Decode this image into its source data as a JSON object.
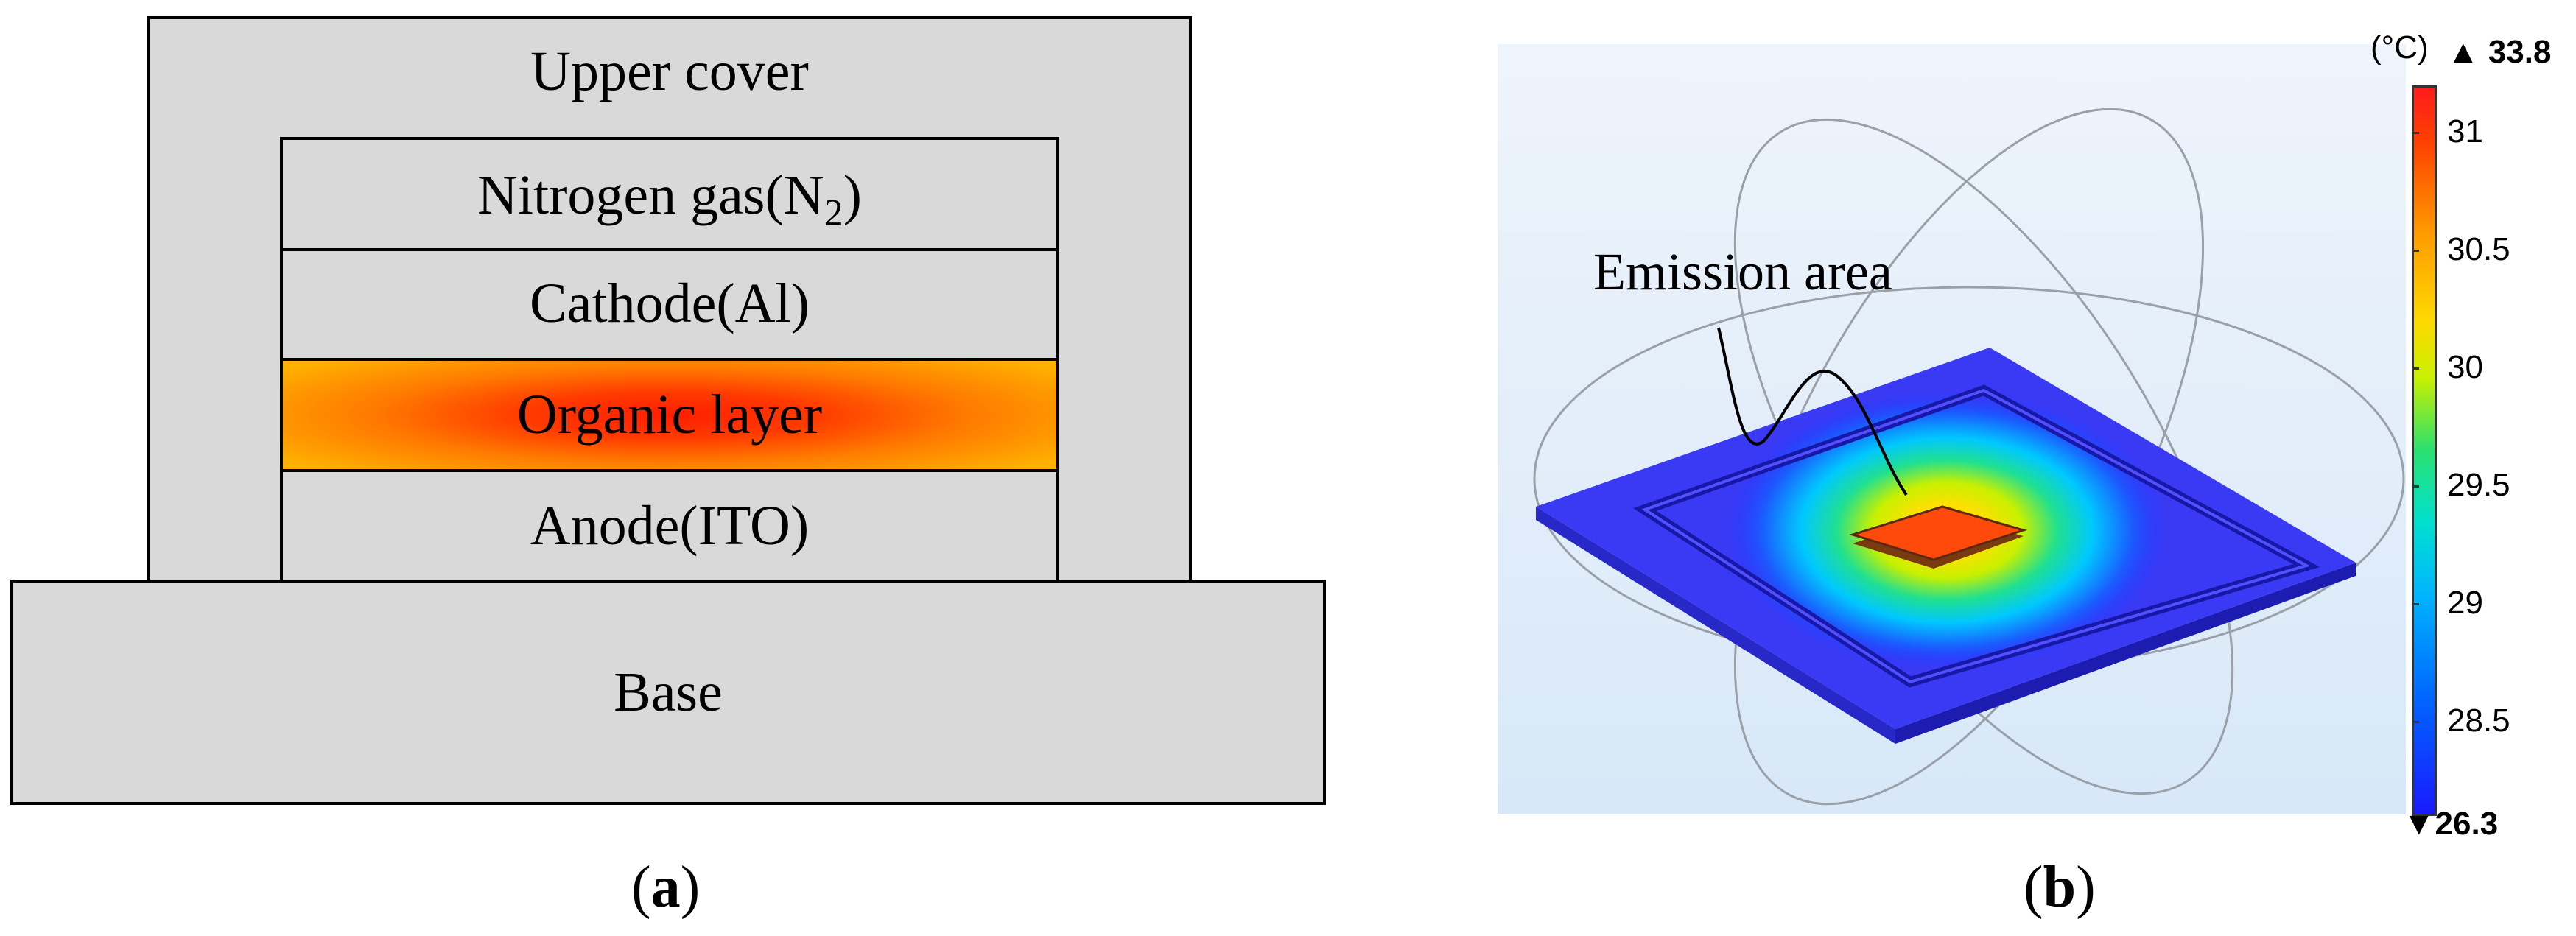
{
  "panel_a": {
    "upper_cover": "Upper cover",
    "nitrogen_prefix": "Nitrogen gas(N",
    "nitrogen_sub": "2",
    "nitrogen_suffix": ")",
    "cathode": "Cathode(Al)",
    "organic": "Organic layer",
    "anode": "Anode(ITO)",
    "base": "Base",
    "caption_open": "(",
    "caption_letter": "a",
    "caption_close": ")"
  },
  "panel_b": {
    "annotation": "Emission area",
    "caption_open": "(",
    "caption_letter": "b",
    "caption_close": ")"
  },
  "colorbar": {
    "unit": "(°C)",
    "max_marker": "▲ 33.8",
    "min_marker": "▼26.3",
    "ticks": [
      "31",
      "30.5",
      "30",
      "29.5",
      "29",
      "28.5"
    ],
    "tick_values": [
      31,
      30.5,
      30,
      29.5,
      29,
      28.5
    ],
    "range": [
      28.1,
      31.2
    ],
    "colors": [
      "#1a1aff",
      "#0066ff",
      "#00b4ff",
      "#00e0d0",
      "#28e070",
      "#c8f000",
      "#ffd800",
      "#ff9a00",
      "#ff4400",
      "#ff1a1a"
    ]
  }
}
